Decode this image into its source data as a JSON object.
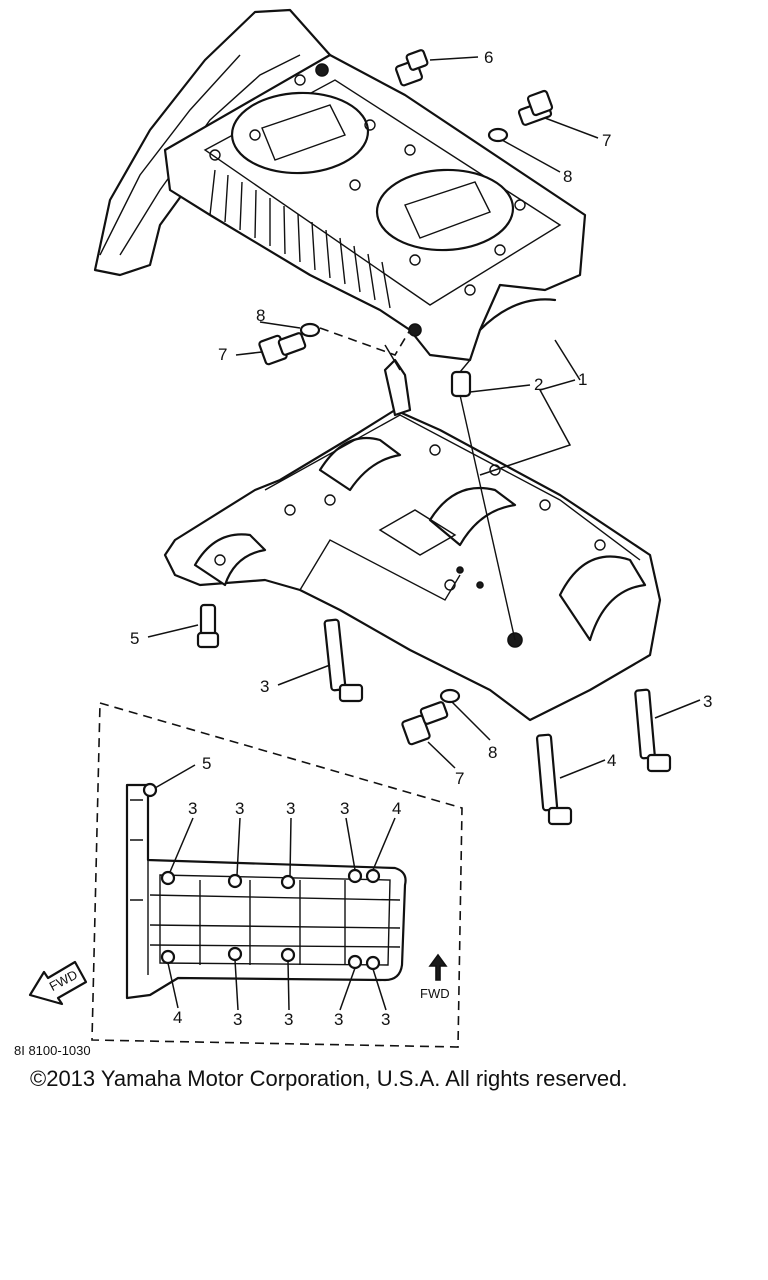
{
  "diagram": {
    "code": "8I 8100-1030",
    "copyright": "©2013 Yamaha Motor Corporation, U.S.A. All rights reserved.",
    "fwd_label": "FWD",
    "fwd_badge": "FWD",
    "callouts": {
      "c1": "1",
      "c2": "2",
      "c3a": "3",
      "c3b": "3",
      "c4a": "4",
      "c5a": "5",
      "c6": "6",
      "c7a": "7",
      "c7b": "7",
      "c7c": "7",
      "c8a": "8",
      "c8b": "8",
      "c8c": "8",
      "i3a": "3",
      "i3b": "3",
      "i3c": "3",
      "i3d": "3",
      "i4a": "4",
      "i5": "5",
      "i4b": "4",
      "i3e": "3",
      "i3f": "3",
      "i3g": "3",
      "i3h": "3"
    }
  }
}
